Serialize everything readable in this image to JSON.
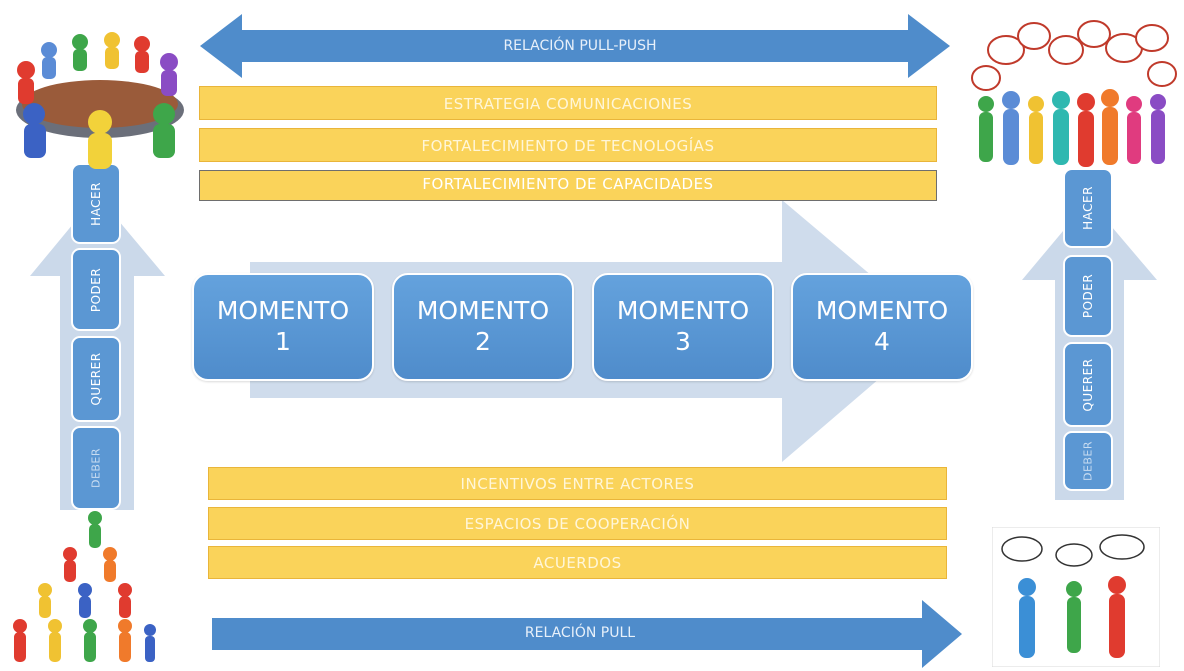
{
  "top_arrow": {
    "label": "RELACIÓN PULL-PUSH"
  },
  "bottom_arrow": {
    "label": "RELACIÓN PULL"
  },
  "top_bars": [
    "ESTRATEGIA COMUNICACIONES",
    "FORTALECIMIENTO DE TECNOLOGÍAS",
    "FORTALECIMIENTO DE CAPACIDADES"
  ],
  "bottom_bars": [
    "INCENTIVOS ENTRE ACTORES",
    "ESPACIOS DE COOPERACIÓN",
    "ACUERDOS"
  ],
  "moments": [
    {
      "title": "MOMENTO",
      "number": "1"
    },
    {
      "title": "MOMENTO",
      "number": "2"
    },
    {
      "title": "MOMENTO",
      "number": "3"
    },
    {
      "title": "MOMENTO",
      "number": "4"
    }
  ],
  "left_stack": [
    "HACER",
    "PODER",
    "QUERER",
    "DEBER"
  ],
  "right_stack": [
    "HACER",
    "PODER",
    "QUERER",
    "DEBER"
  ],
  "colors": {
    "arrow_blue": "#4f8ccb",
    "bar_yellow": "#fad35a",
    "big_arrow": "#cfdcec",
    "vertical_arrow": "#cbd9ea"
  },
  "icons": {
    "top_left": "meeting-table-people-illustration",
    "top_right": "crowd-speech-bubbles-illustration",
    "bottom_left": "human-pyramid-illustration",
    "bottom_right": "three-people-speech-bubbles-illustration"
  }
}
